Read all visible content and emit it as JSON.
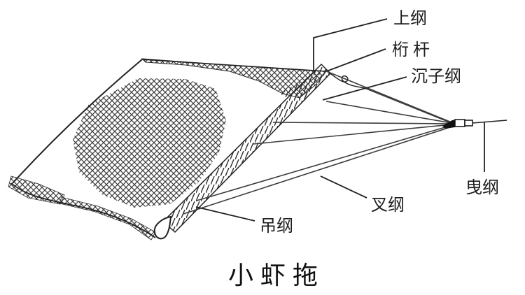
{
  "figure": {
    "title": "小虾拖",
    "callouts": {
      "headrope": "上纲",
      "beam": "桁杆",
      "sinker_line": "沉子纲",
      "towing_warp": "曳纲",
      "bridle": "叉纲",
      "hanging_line": "吊纲"
    },
    "colors": {
      "ink": "#222222",
      "mesh": "#3c3c3c",
      "background": "#ffffff"
    }
  }
}
